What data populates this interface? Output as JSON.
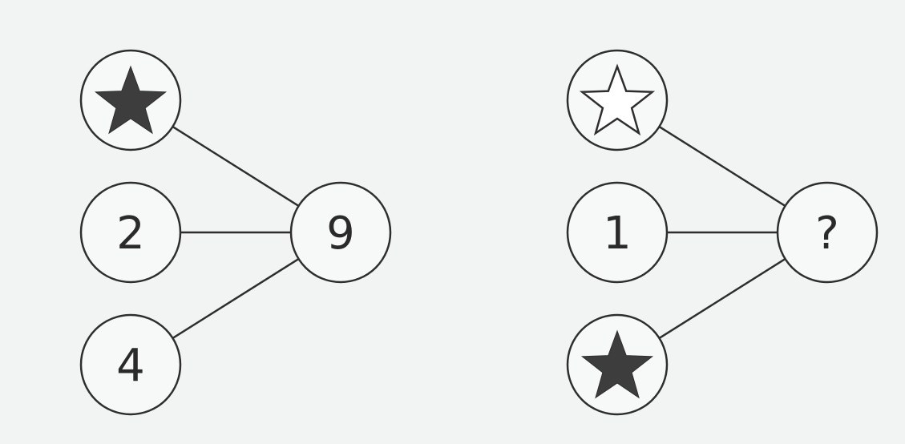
{
  "colors": {
    "background": "#f1f4f3",
    "stroke": "#2e2e2e",
    "node_fill": "#f7f9f8",
    "star_filled": "#3d3d3d",
    "star_outline_fill": "#ffffff"
  },
  "puzzles": [
    {
      "id": "left",
      "nodes": [
        {
          "role": "input-top",
          "kind": "star-filled",
          "icon": "filled-star-icon"
        },
        {
          "role": "input-middle",
          "kind": "text",
          "label": "2"
        },
        {
          "role": "input-bottom",
          "kind": "text",
          "label": "4"
        },
        {
          "role": "result",
          "kind": "text",
          "label": "9"
        }
      ]
    },
    {
      "id": "right",
      "nodes": [
        {
          "role": "input-top",
          "kind": "star-outline",
          "icon": "outline-star-icon"
        },
        {
          "role": "input-middle",
          "kind": "text",
          "label": "1"
        },
        {
          "role": "input-bottom",
          "kind": "star-filled",
          "icon": "filled-star-icon"
        },
        {
          "role": "result",
          "kind": "text",
          "label": "?"
        }
      ]
    }
  ]
}
